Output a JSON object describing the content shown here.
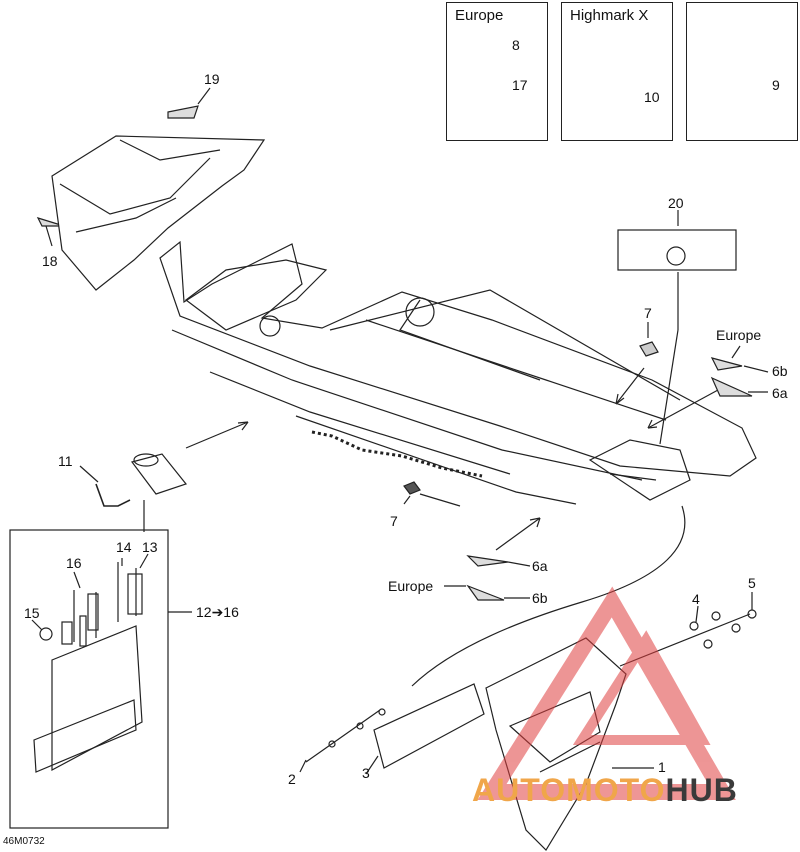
{
  "boxes": [
    {
      "title": "Europe"
    },
    {
      "title": "Highmark X"
    },
    {
      "title": ""
    }
  ],
  "callouts": {
    "c1": "1",
    "c2": "2",
    "c3": "3",
    "c4": "4",
    "c5": "5",
    "c6a_top": "6a",
    "c6b_top": "6b",
    "europe_top": "Europe",
    "c6a_bottom": "6a",
    "c6b_bottom": "6b",
    "europe_bottom": "Europe",
    "c7_top": "7",
    "c7_bottom": "7",
    "c8": "8",
    "c9": "9",
    "c10": "10",
    "c11": "11",
    "c12_16": "12➔16",
    "c13": "13",
    "c14": "14",
    "c15": "15",
    "c16": "16",
    "c17": "17",
    "c18": "18",
    "c19": "19",
    "c20": "20"
  },
  "figure_code": "46M0732",
  "watermark": {
    "part1": "AUTOMOTO",
    "part2": "HUB",
    "colors": {
      "accent": "#f0a64a",
      "dark": "#3a3a3a",
      "triangle": "#e04040"
    }
  }
}
